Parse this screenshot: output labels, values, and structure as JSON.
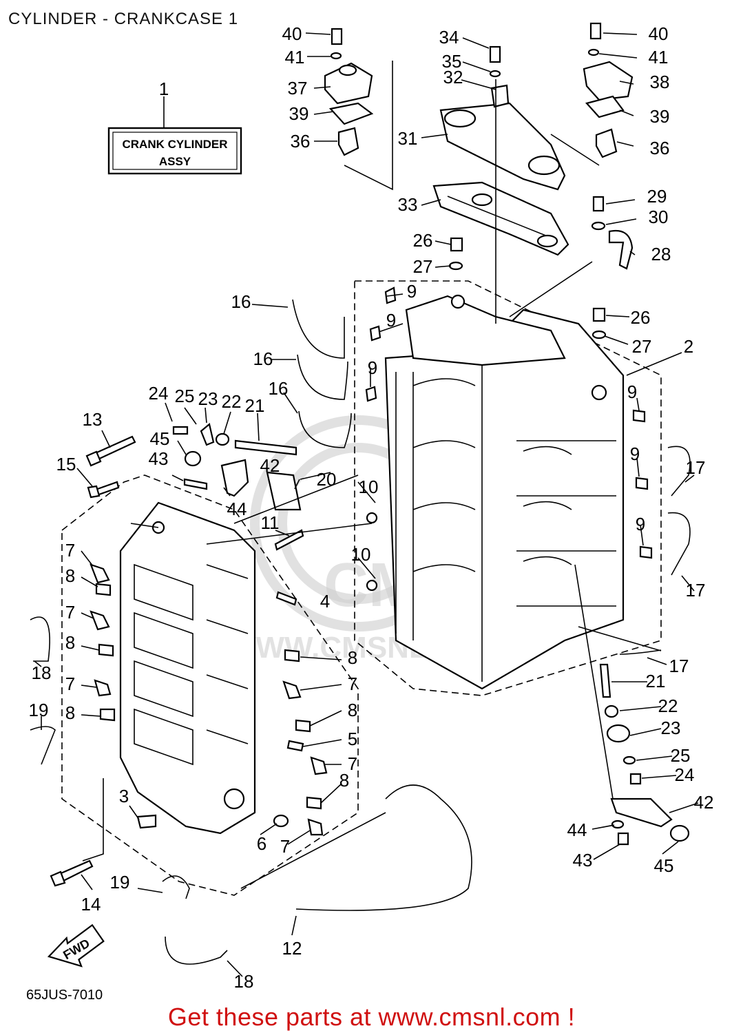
{
  "title": "CYLINDER - CRANKCASE 1",
  "assy_box": {
    "line1": "CRANK CYLINDER",
    "line2": "ASSY"
  },
  "fwd_label": "FWD",
  "drawing_code": "65JUS-7010",
  "cta": "Get these parts at www.cmsnl.com !",
  "watermark": {
    "text": "CMS",
    "url": "WWW.CMSNL.COM"
  },
  "callouts": [
    "1",
    "2",
    "3",
    "4",
    "5",
    "6",
    "7",
    "8",
    "9",
    "10",
    "11",
    "12",
    "13",
    "14",
    "15",
    "16",
    "17",
    "18",
    "19",
    "20",
    "21",
    "22",
    "23",
    "24",
    "25",
    "26",
    "27",
    "28",
    "29",
    "30",
    "31",
    "32",
    "33",
    "34",
    "35",
    "36",
    "37",
    "38",
    "39",
    "40",
    "41",
    "42",
    "43",
    "44",
    "45"
  ]
}
